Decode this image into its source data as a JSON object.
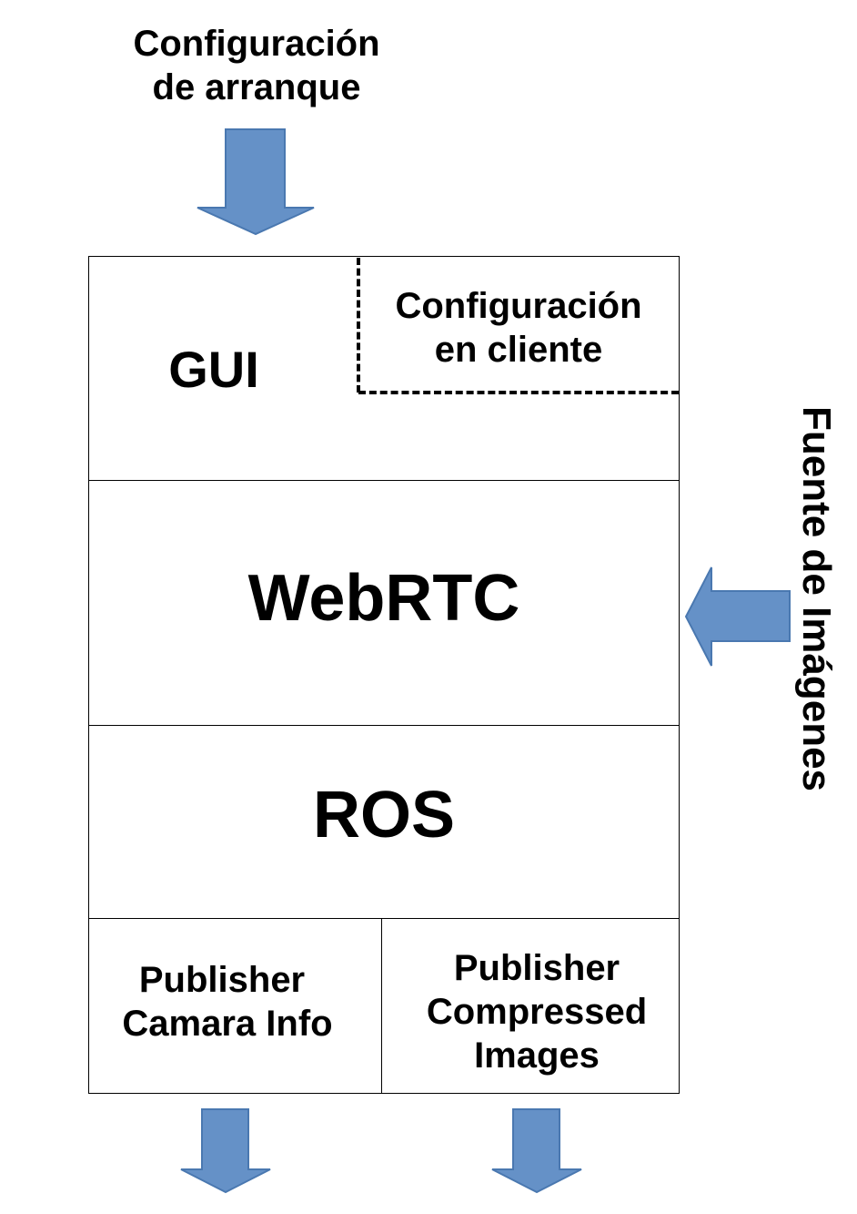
{
  "colors": {
    "arrow_fill": "#6591c7",
    "arrow_stroke": "#4a78b0",
    "border": "#000000",
    "background": "#ffffff"
  },
  "top_label": {
    "line1": "Configuración",
    "line2": "de arranque"
  },
  "gui_label": "GUI",
  "client_config": {
    "line1": "Configuración",
    "line2": "en cliente"
  },
  "webrtc_label": "WebRTC",
  "ros_label": "ROS",
  "publisher_camera": {
    "line1": "Publisher",
    "line2": "Camara Info"
  },
  "publisher_compressed": {
    "line1": "Publisher",
    "line2": "Compressed",
    "line3": "Images"
  },
  "image_source_label": "Fuente de Imágenes",
  "icons": {
    "top_arrow": "down-arrow-icon",
    "side_arrow": "left-arrow-icon",
    "bottom_left_arrow": "down-arrow-icon",
    "bottom_right_arrow": "down-arrow-icon"
  }
}
